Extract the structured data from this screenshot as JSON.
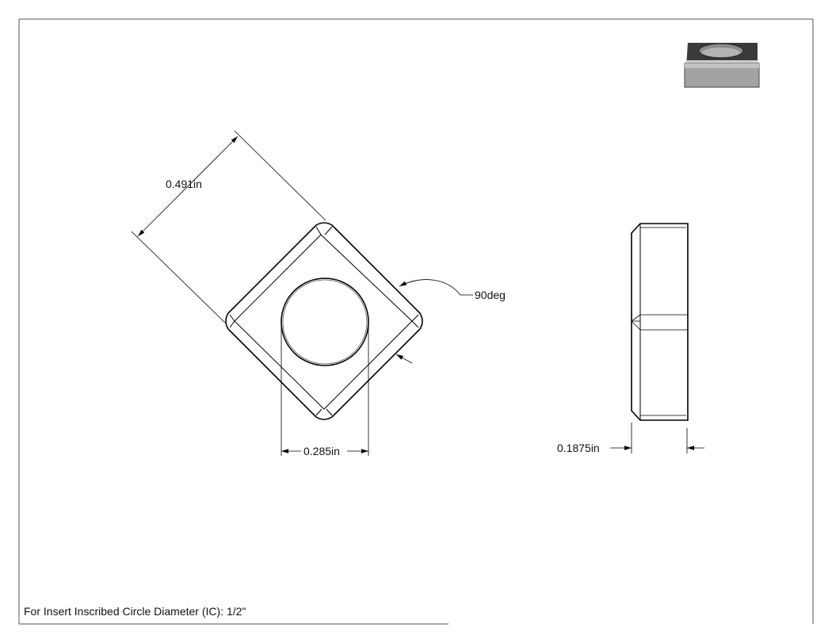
{
  "dimensions": {
    "edge_length": "0.491in",
    "hole_diameter": "0.285in",
    "corner_angle": "90deg",
    "thickness": "0.1875in"
  },
  "note": "For Insert Inscribed Circle Diameter (IC): 1/2\"",
  "colors": {
    "line": "#000000",
    "thin_line": "#333333",
    "thumb_dark": "#3a3a3a",
    "thumb_light": "#b5b5b5",
    "thumb_mid": "#8e8e8e"
  }
}
